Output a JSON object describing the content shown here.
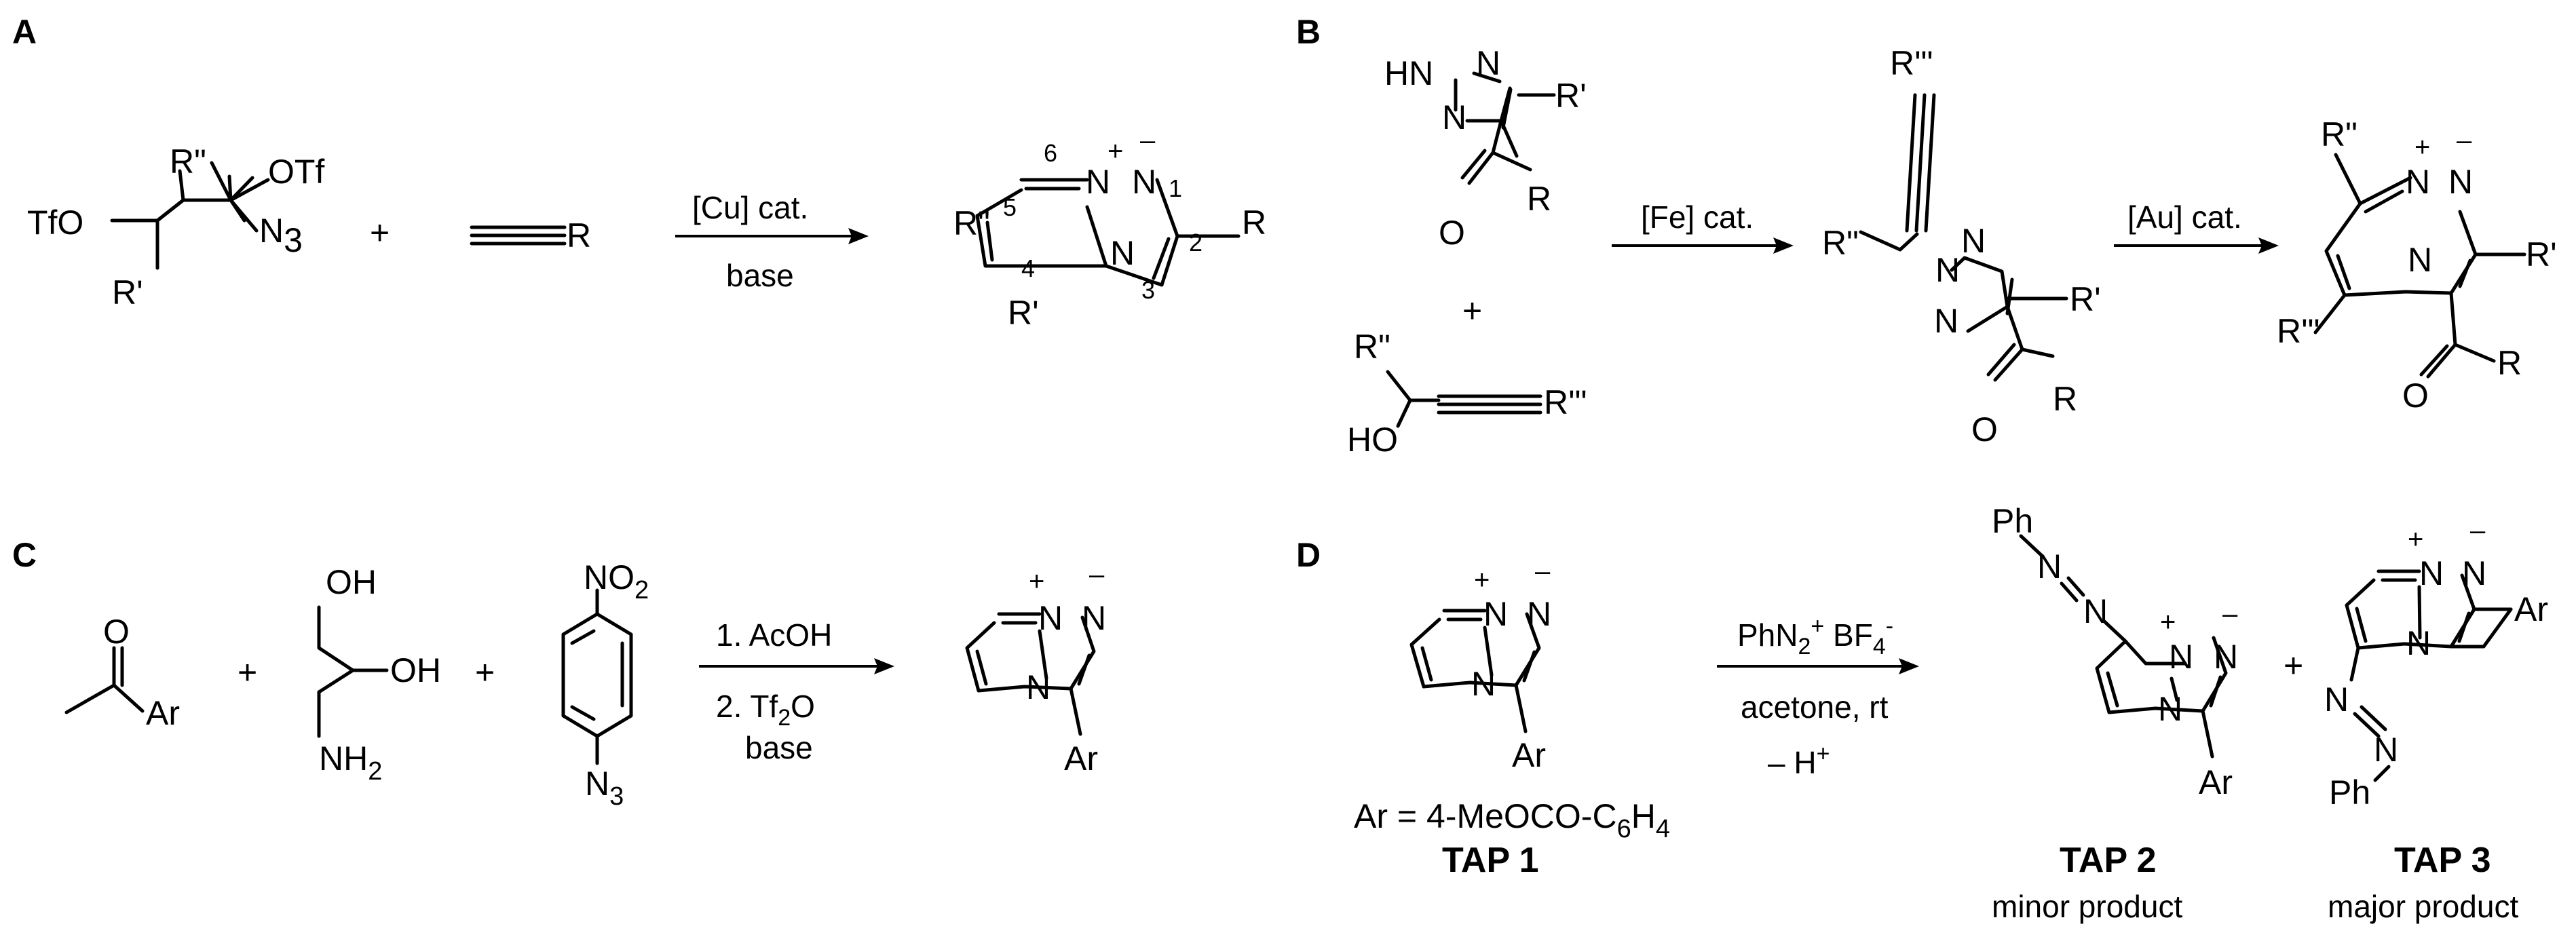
{
  "panels": {
    "a": "A",
    "b": "B",
    "c": "C",
    "d": "D"
  },
  "atoms": {
    "TfO": "TfO",
    "OTf": "OTf",
    "R": "R",
    "R1": "R'",
    "R2": "R\"",
    "R3": "R'\"",
    "N": "N",
    "N3": "N",
    "sub3": "3",
    "O": "O",
    "OH": "OH",
    "HO": "HO",
    "HN": "HN",
    "NH": "NH",
    "sub2": "2",
    "Ar": "Ar",
    "NO": "NO",
    "Ph": "Ph",
    "plus": "+",
    "minus": "–"
  },
  "ring_numbers": {
    "n1": "1",
    "n2": "2",
    "n3": "3",
    "n4": "4",
    "n5": "5",
    "n6": "6"
  },
  "conditions": {
    "cu_cat": "[Cu] cat.",
    "base": "base",
    "fe_cat": "[Fe] cat.",
    "au_cat": "[Au] cat.",
    "acoh": "1. AcOH",
    "tf2o_a": "2. Tf",
    "tf2o_sub": "2",
    "tf2o_b": "O",
    "base_c": "base",
    "phn2": "PhN",
    "phn2_sub": "2",
    "phn2_sup": "+",
    "bf4": " BF",
    "bf4_sub": "4",
    "bf4_sup": "-",
    "acetone": "acetone, rt",
    "minus_h": "– H",
    "minus_h_sup": "+"
  },
  "ar_def": {
    "prefix": "Ar = 4-MeOCO-C",
    "sub6": "6",
    "h": "H",
    "sub4": "4"
  },
  "compounds": {
    "tap1": "TAP 1",
    "tap2": "TAP 2",
    "tap3": "TAP 3",
    "tap2_desc": "minor product",
    "tap3_desc": "major product"
  }
}
